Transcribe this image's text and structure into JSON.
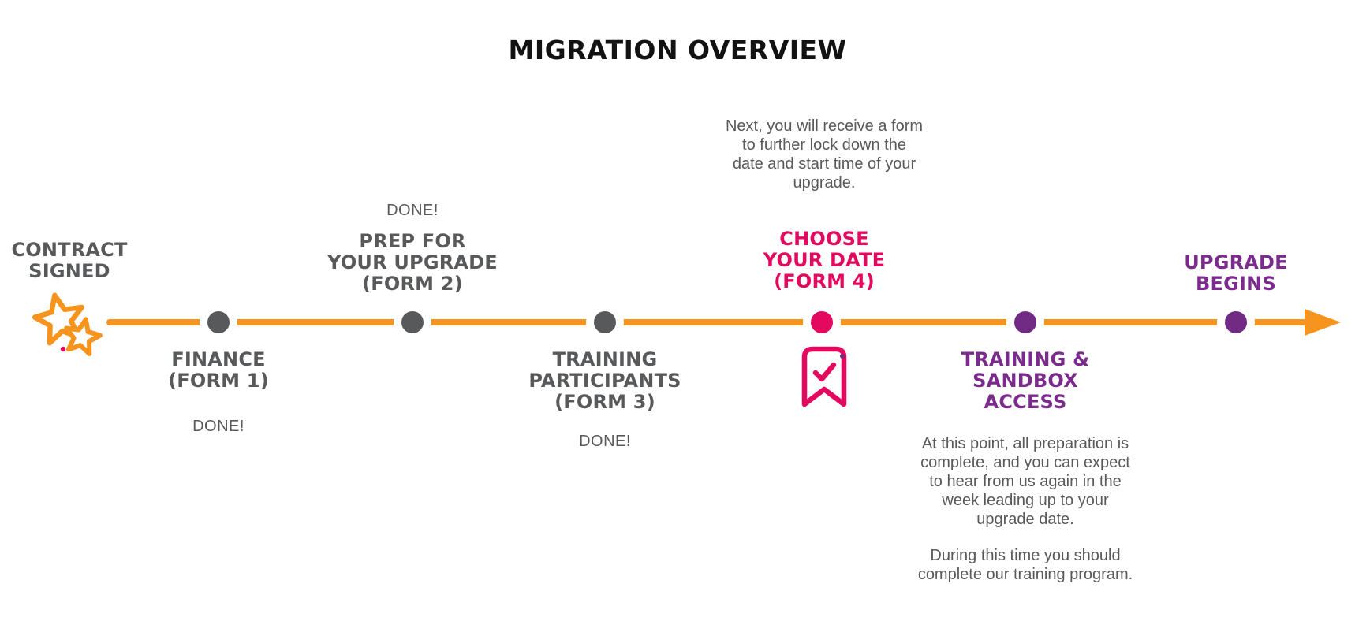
{
  "title": "MIGRATION OVERVIEW",
  "colors": {
    "orange": "#F7941D",
    "gray": "#58595B",
    "pink": "#E2095E",
    "purple_text": "#7A2B8C",
    "purple_dot": "#722B84",
    "title_black": "#121212"
  },
  "timeline": {
    "direction": "left-to-right",
    "end_marker": "orange-arrowhead"
  },
  "milestones": [
    {
      "id": "contract-signed",
      "marker": "double-star-icon",
      "color": "gray",
      "lines": [
        "CONTRACT",
        "SIGNED"
      ]
    },
    {
      "id": "finance",
      "marker": "dot",
      "color": "gray",
      "lines": [
        "FINANCE",
        "(FORM 1)"
      ],
      "status": "DONE!"
    },
    {
      "id": "prep-for-upgrade",
      "marker": "dot",
      "color": "gray",
      "lines": [
        "PREP FOR",
        "YOUR UPGRADE",
        "(FORM 2)"
      ],
      "status": "DONE!"
    },
    {
      "id": "training-participants",
      "marker": "dot",
      "color": "gray",
      "lines": [
        "TRAINING",
        "PARTICIPANTS",
        "(FORM 3)"
      ],
      "status": "DONE!"
    },
    {
      "id": "choose-your-date",
      "marker": "dot",
      "color": "pink",
      "icon": "bookmark-check-icon",
      "lines": [
        "CHOOSE",
        "YOUR DATE",
        "(FORM 4)"
      ],
      "note": "Next, you will receive a form to further lock down the date and start time of your upgrade."
    },
    {
      "id": "training-sandbox-access",
      "marker": "dot",
      "color": "purple",
      "lines": [
        "TRAINING &",
        "SANDBOX",
        "ACCESS"
      ],
      "note": "At this point, all preparation is complete, and you can expect to hear from us again in the week leading up to your upgrade date.",
      "note2": "During this time you should complete our training program."
    },
    {
      "id": "upgrade-begins",
      "marker": "dot",
      "color": "purple",
      "lines": [
        "UPGRADE",
        "BEGINS"
      ]
    }
  ]
}
